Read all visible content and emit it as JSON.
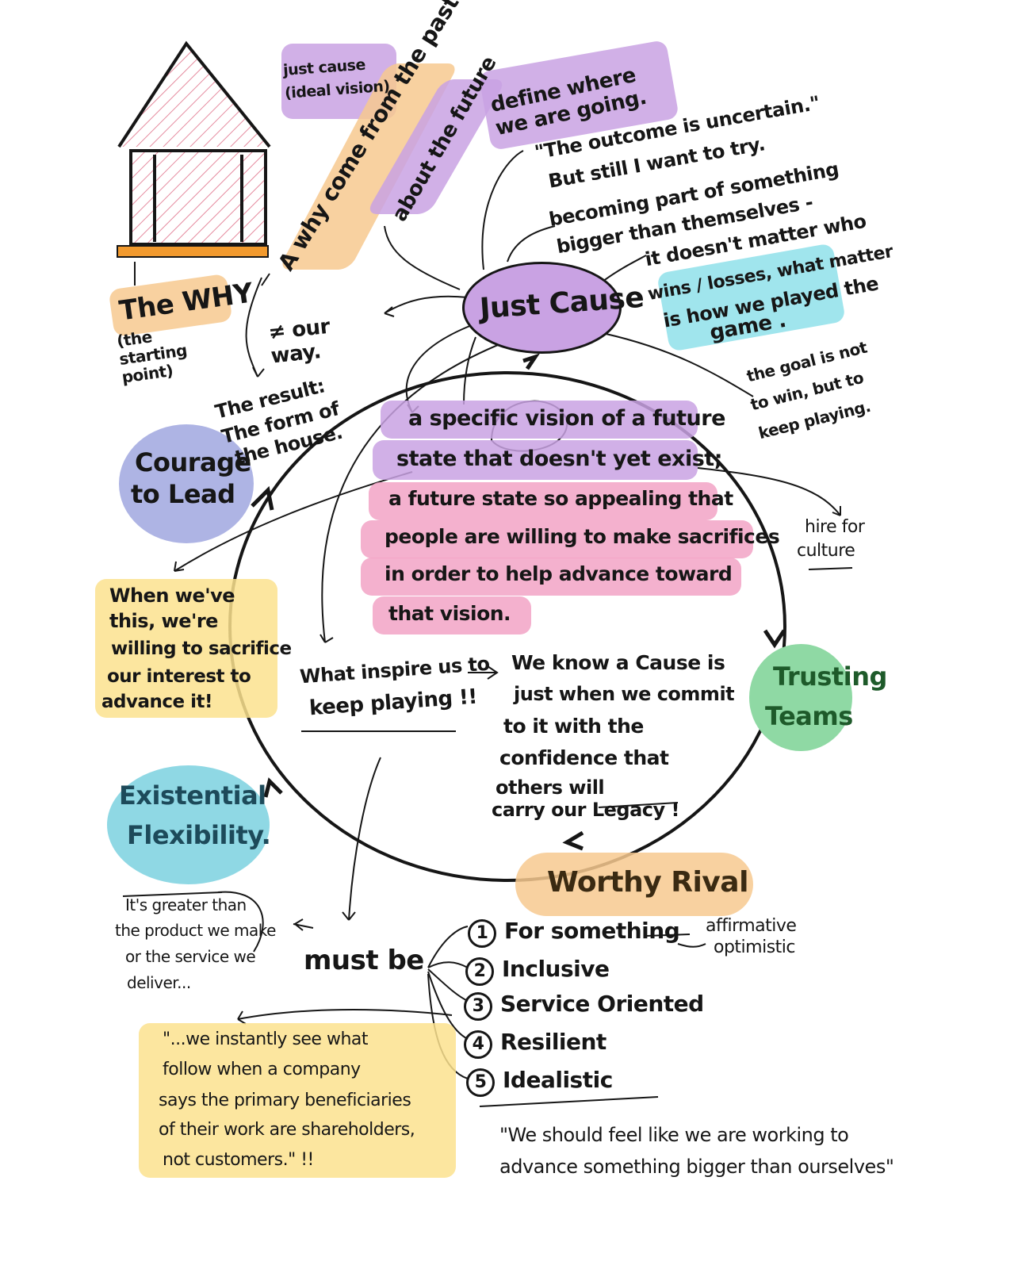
{
  "house_labels": {
    "the_why": "The WHY",
    "the_why_sub": "(the starting point)",
    "not_our_way": "≠ our way."
  },
  "top_notes": {
    "just_cause_ideal": "just cause (ideal vision)",
    "why_come_from_past": "A why come from the past.",
    "about_the_future": "about the future",
    "define_where": "define where we are going."
  },
  "outcome_quote": [
    "\"The outcome is uncertain.\"",
    "But still I want to try.",
    "becoming part of something",
    "bigger than themselves -"
  ],
  "doesnt_matter": [
    "it doesn't matter who",
    "wins / losses, what matter"
  ],
  "how_we_played": [
    "is how we played the",
    "game ."
  ],
  "center": {
    "just_cause": "Just Cause"
  },
  "result_note": [
    "The result:",
    "The form of",
    "the house."
  ],
  "goal_note": [
    "the goal is not",
    "to win, but to",
    "keep playing."
  ],
  "courage": [
    "Courage",
    "to Lead"
  ],
  "vision": [
    "a specific vision of a future",
    "state that doesn't yet exist;",
    "a future state so appealing that",
    "people are willing to make sacrifices",
    "in order to help advance toward",
    "that vision."
  ],
  "hire_note": [
    "hire for",
    "culture"
  ],
  "sacrifice_note": [
    "When we've",
    "this, we're",
    "willing to sacrifice",
    "our interest to",
    "advance it!"
  ],
  "inspire_note": [
    "What inspire us to",
    "keep playing !!"
  ],
  "know_cause": [
    "We know a Cause is",
    "just when we commit",
    "to it with the",
    "confidence that",
    "others will",
    "carry our Legacy !"
  ],
  "trusting": [
    "Trusting",
    "Teams"
  ],
  "existential": [
    "Existential",
    "Flexibility."
  ],
  "worthy_rival": "Worthy Rival",
  "greater_note": [
    "It's greater than",
    "the product we make",
    "or the service we",
    "deliver..."
  ],
  "must_be": "must be",
  "list": [
    {
      "n": "1",
      "label": "For something"
    },
    {
      "n": "2",
      "label": "Inclusive"
    },
    {
      "n": "3",
      "label": "Service Oriented"
    },
    {
      "n": "4",
      "label": "Resilient"
    },
    {
      "n": "5",
      "label": "Idealistic"
    }
  ],
  "affirmative": [
    "affirmative",
    "optimistic"
  ],
  "quote_company": [
    "\"...we instantly see what",
    "follow when a company",
    "says the primary beneficiaries",
    "of their work are shareholders,",
    "not customers.\" !!"
  ],
  "bigger_quote": [
    "\"We should feel like we are working to",
    "advance something bigger than ourselves\""
  ],
  "colors": {
    "purple": "#c9a2e3",
    "orange": "#f7c98f",
    "blue": "#8fe0ea",
    "pink": "#f2a3c6",
    "yellow": "#fbe28e",
    "lavender": "#aeb4e4",
    "green": "#8fd9a4",
    "teal": "#8fd8e4",
    "ink": "#161616"
  }
}
